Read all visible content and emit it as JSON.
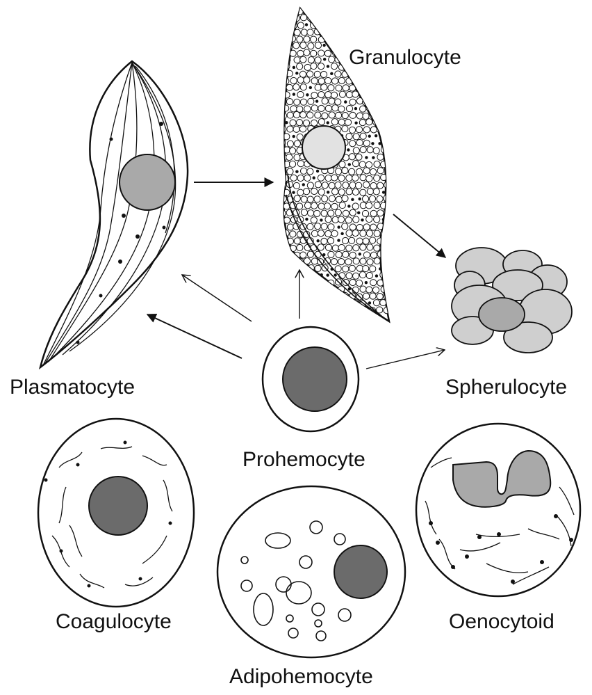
{
  "cells": {
    "granulocyte": "Granulocyte",
    "plasmatocyte": "Plasmatocyte",
    "spherulocyte": "Spherulocyte",
    "prohemocyte": "Prohemocyte",
    "coagulocyte": "Coagulocyte",
    "adipohemocyte": "Adipohemocyte",
    "oenocytoid": "Oenocytoid"
  },
  "colors": {
    "dark_nucleus": "#6b6b6b",
    "mid_nucleus": "#a9a9a9",
    "light_nucleus": "#e2e2e2",
    "spherule": "#cfcfcf",
    "ink": "#111111"
  }
}
